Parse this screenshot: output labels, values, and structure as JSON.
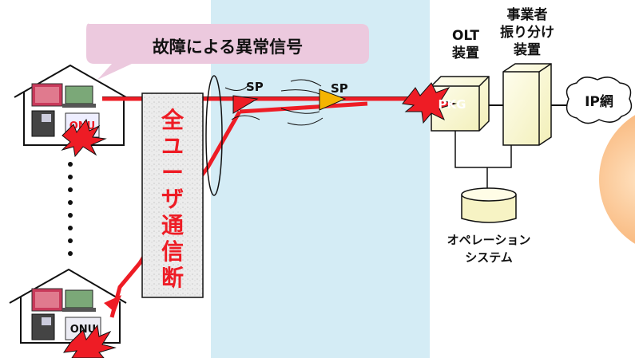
{
  "callout": {
    "text": "故障による異常信号"
  },
  "onu_label_top": "ONU",
  "onu_label_bottom": "ONU",
  "splitter_label_1": "SP",
  "splitter_label_2": "SP",
  "olt": {
    "line1": "OLT",
    "line2": "装置"
  },
  "dispatch": {
    "line1": "事業者",
    "line2": "振り分け",
    "line3": "装置"
  },
  "pkg_label": "PKG",
  "ip_label": "IP網",
  "ops": {
    "line1": "オペレーション",
    "line2": "システム"
  },
  "outage_chars": [
    "全",
    "ユ",
    "ー",
    "ザ",
    "通",
    "信",
    "断"
  ],
  "colors": {
    "alarm_red": "#ee1c25",
    "pane_blue": "#d4ecf5",
    "callout_pink": "#ecc9de",
    "splitter_orange": "#f5b400"
  }
}
